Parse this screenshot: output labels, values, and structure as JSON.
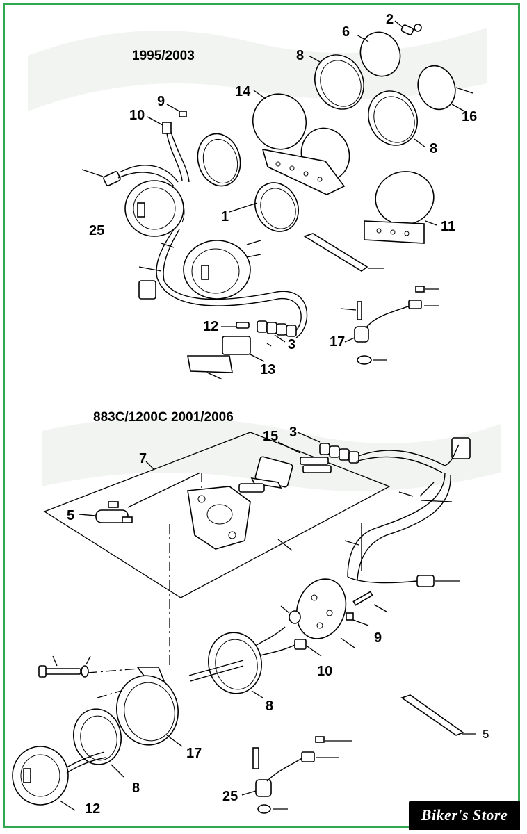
{
  "diagram": {
    "section_1995_2003": {
      "heading": "1995/2003",
      "callouts": [
        "1",
        "2",
        "3",
        "6",
        "8",
        "8",
        "9",
        "10",
        "11",
        "12",
        "13",
        "14",
        "16",
        "17",
        "25"
      ]
    },
    "section_883c_1200c": {
      "heading": "883C/1200C 2001/2006",
      "callouts": [
        "3",
        "5",
        "5",
        "7",
        "8",
        "8",
        "9",
        "10",
        "12",
        "15",
        "17",
        "25"
      ]
    },
    "watermark": "Biker's Store"
  }
}
